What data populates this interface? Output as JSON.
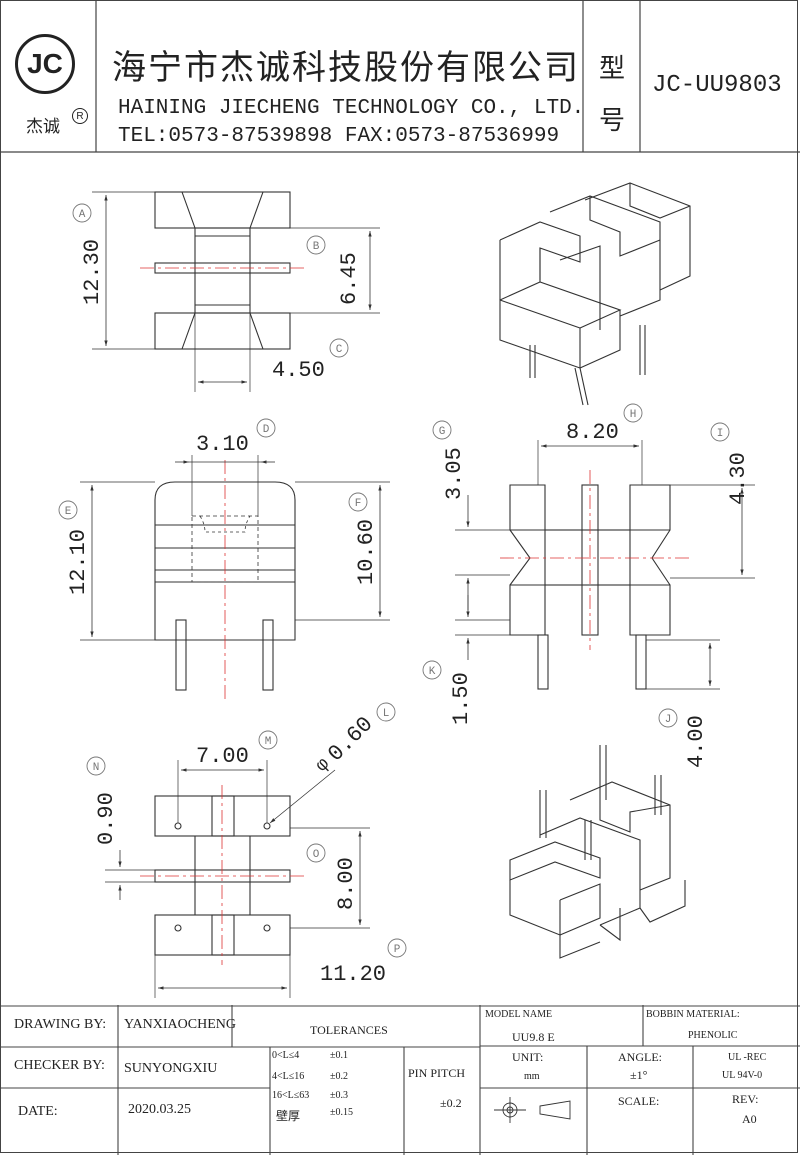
{
  "header": {
    "logo_text": "JC",
    "logo_brand": "杰诚",
    "logo_reg": "R",
    "company_cn": "海宁市杰诚科技股份有限公司",
    "company_en": "HAINING JIECHENG TECHNOLOGY CO., LTD.",
    "contact": "TEL:0573-87539898  FAX:0573-87536999",
    "model_label_1": "型",
    "model_label_2": "号",
    "model_no": "JC-UU9803"
  },
  "dimensions": {
    "A": {
      "tag": "A",
      "value": "12.30"
    },
    "B": {
      "tag": "B",
      "value": "6.45"
    },
    "C": {
      "tag": "C",
      "value": "4.50"
    },
    "D": {
      "tag": "D",
      "value": "3.10"
    },
    "E": {
      "tag": "E",
      "value": "12.10"
    },
    "F": {
      "tag": "F",
      "value": "10.60"
    },
    "G": {
      "tag": "G",
      "value": "3.05"
    },
    "H": {
      "tag": "H",
      "value": "8.20"
    },
    "I": {
      "tag": "I",
      "value": "4.30"
    },
    "J": {
      "tag": "J",
      "value": "4.00"
    },
    "K": {
      "tag": "K",
      "value": "1.50"
    },
    "L": {
      "tag": "L",
      "value": "0.60",
      "prefix": "φ"
    },
    "M": {
      "tag": "M",
      "value": "7.00"
    },
    "N": {
      "tag": "N",
      "value": "0.90"
    },
    "O": {
      "tag": "O",
      "value": "8.00"
    },
    "P": {
      "tag": "P",
      "value": "11.20"
    }
  },
  "title_block": {
    "drawing_by_label": "DRAWING  BY:",
    "drawing_by": "YANXIAOCHENG",
    "checker_by_label": "CHECKER  BY:",
    "checker_by": "SUNYONGXIU",
    "date_label": "DATE:",
    "date": "2020.03.25",
    "tolerances_label": "TOLERANCES",
    "tolerance_rows": [
      {
        "range": "0<L≤4",
        "tol": "±0.1"
      },
      {
        "range": "4<L≤16",
        "tol": "±0.2"
      },
      {
        "range": "16<L≤63",
        "tol": "±0.3"
      },
      {
        "range": "壁厚",
        "tol": "±0.15"
      }
    ],
    "pin_pitch_label": "PIN PITCH",
    "pin_pitch_tol": "±0.2",
    "model_name_label": "MODEL NAME",
    "model_name": "UU9.8 E",
    "bobbin_material_label": "BOBBIN MATERIAL:",
    "bobbin_material": "PHENOLIC",
    "unit_label": "UNIT:",
    "unit": "mm",
    "angle_label": "ANGLE:",
    "angle": "±1°",
    "ul_1": "UL -REC",
    "ul_2": "UL 94V-0",
    "scale_label": "SCALE:",
    "rev_label": "REV:",
    "rev": "A0"
  }
}
